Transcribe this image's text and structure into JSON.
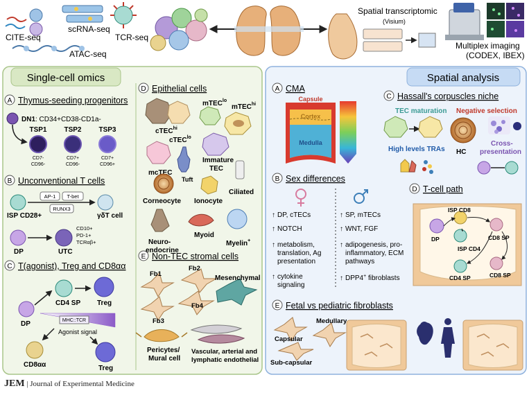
{
  "top": {
    "methods_left": [
      "CITE-seq",
      "scRNA-seq",
      "TCR-seq",
      "ATAC-seq"
    ],
    "spatial_label": "Spatial transcriptomic",
    "spatial_sub": "(Visium)",
    "imaging_label": "Multiplex imaging",
    "imaging_sub": "(CODEX, IBEX)"
  },
  "left_panel": {
    "title": "Single-cell omics",
    "A": {
      "letter": "A",
      "title": "Thymus-seeding progenitors",
      "dn1_label": "DN1",
      "dn1_markers": ": CD34+CD38-CD1a-",
      "tsp": [
        {
          "name": "TSP1",
          "m1": "CD7-",
          "m2": "CD96-"
        },
        {
          "name": "TSP2",
          "m1": "CD7+",
          "m2": "CD96-"
        },
        {
          "name": "TSP3",
          "m1": "CD7+",
          "m2": "CD96+"
        }
      ]
    },
    "B": {
      "letter": "B",
      "title": "Unconventional T cells",
      "isp": "ISP CD28+",
      "tf1": "AP-1",
      "tf2": "T-bet",
      "tf3": "RUNX3",
      "gdt": "γδT cell",
      "dp": "DP",
      "utc": "UTC",
      "utc_m1": "CD10+",
      "utc_m2": "PD-1+",
      "utc_m3": "TCRαβ+"
    },
    "C": {
      "letter": "C",
      "title": "T(agonist), Treg and CD8αα",
      "cd4sp": "CD4 SP",
      "treg1": "Treg",
      "dp": "DP",
      "mhc": "MHC::TCR",
      "agonist": "Agonist signal",
      "cd8aa": "CD8αα",
      "treg2": "Treg"
    },
    "D": {
      "letter": "D",
      "title": "Epithelial cells",
      "cells": {
        "ctec_hi": "cTEC",
        "ctec_hi_sup": "hi",
        "ctec_lo": "cTEC",
        "ctec_lo_sup": "lo",
        "mtec_lo": "mTEC",
        "mtec_lo_sup": "lo",
        "mtec_hi": "mTEC",
        "mtec_hi_sup": "hi",
        "mctec": "mcTEC",
        "tuft": "Tuft",
        "immature1": "Immature",
        "immature2": "TEC",
        "ciliated": "Ciliated",
        "corneocyte": "Corneocyte",
        "ionocyte": "Ionocyte",
        "neuro1": "Neuro-",
        "neuro2": "endocrine",
        "myoid": "Myoid",
        "myelin": "Myelin",
        "myelin_sup": "+"
      }
    },
    "E": {
      "letter": "E",
      "title": "Non-TEC stromal cells",
      "fb1": "Fb1",
      "fb2": "Fb2",
      "fb3": "Fb3",
      "fb4": "Fb4",
      "mesenchymal": "Mesenchymal",
      "pericytes1": "Pericytes/",
      "pericytes2": "Mural cell",
      "vasc1": "Vascular, arterial and",
      "vasc2": "lymphatic endothelial"
    }
  },
  "right_panel": {
    "title": "Spatial analysis",
    "A": {
      "letter": "A",
      "title": "CMA",
      "capsule": "Capsule",
      "cortex": "Cortex",
      "medulla": "Medulla"
    },
    "B": {
      "letter": "B",
      "title": "Sex differences",
      "female": [
        [
          "DP, cTECs"
        ],
        [
          "NOTCH"
        ],
        [
          "metabolism,",
          "translation, Ag",
          "presentation"
        ],
        [
          "cytokine",
          "signaling"
        ]
      ],
      "male": [
        [
          "SP, mTECs"
        ],
        [
          "WNT, FGF"
        ],
        [
          "adipogenesis, pro-",
          "inflammatory, ECM",
          "pathways"
        ],
        [
          "DPP4",
          "+",
          " fibroblasts"
        ]
      ]
    },
    "C": {
      "letter": "C",
      "title": "Hassall's corpuscles niche",
      "tec_maturation": "TEC maturation",
      "negative_selection": "Negative selection",
      "high_tras": "High levels TRAs",
      "hc": "HC",
      "cross1": "Cross-",
      "cross2": "presentation"
    },
    "D": {
      "letter": "D",
      "title": "T-cell path",
      "isp_cd8": "ISP CD8",
      "dp": "DP",
      "isp_cd4": "ISP CD4",
      "cd8sp1": "CD8 SP",
      "cd4sp": "CD4 SP",
      "cd8sp2": "CD8 SP"
    },
    "E": {
      "letter": "E",
      "title": "Fetal vs pediatric fibroblasts",
      "capsular": "Capsular",
      "medullary": "Medullary",
      "subcapsular": "Sub-capsular"
    }
  },
  "footer": {
    "brand": "JEM",
    "journal": "Journal of Experimental Medicine"
  },
  "colors": {
    "left_bg": "#f1f6e9",
    "left_border": "#a9c58a",
    "left_title_bg": "#d9e8c4",
    "right_bg": "#edf3fb",
    "right_border": "#8fb2dd",
    "right_title_bg": "#c6dbf4",
    "dp_purple": "#9b6ccc",
    "red": "#c0392b",
    "treg": "#6d6ad6",
    "fibro": "#f1d3b0",
    "teal": "#2b8a8a"
  }
}
